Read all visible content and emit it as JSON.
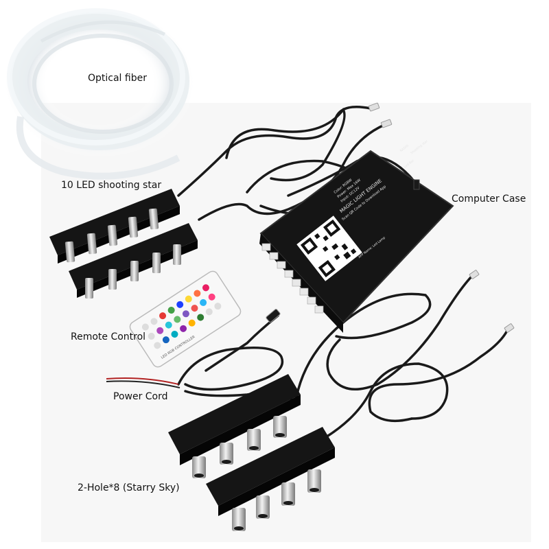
{
  "labels": {
    "optical_fiber": "Optical fiber",
    "shooting_star": "10 LED shooting star",
    "computer_case": "Computer Case",
    "remote_control": "Remote Control",
    "power_cord": "Power Cord",
    "starry_sky": "2-Hole*8 (Starry Sky)"
  },
  "controller_box": {
    "brand": "MAGIC LIGHT ENGINE",
    "scan_text": "Scan QR Code to Download App",
    "app_name": "APP Name: Led Lamp",
    "input": "Input: DC12V",
    "power": "Power: Max 16W",
    "color": "Color: RGBW",
    "shooting": "Shooting star",
    "led_bar": "Led Bar",
    "radio": "RADIO"
  },
  "remote": {
    "brand": "LED RGB CONTROLLER"
  },
  "colors": {
    "background": "#ffffff",
    "panel": "#f7f7f7",
    "device_black": "#141414",
    "metal": "#c8c8c8",
    "fiber": "#eef2f5"
  }
}
